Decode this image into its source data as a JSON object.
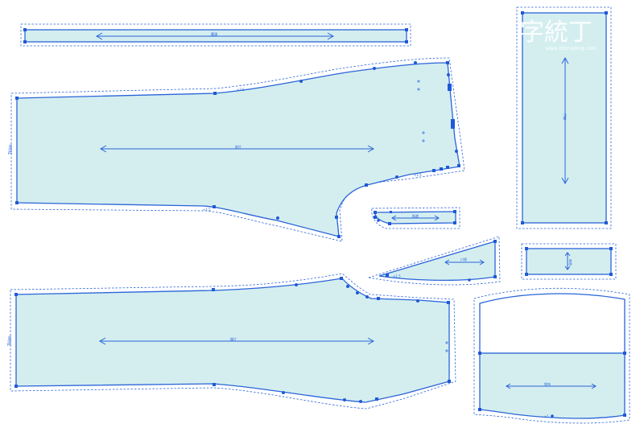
{
  "app": {
    "view": "pattern-layout-canvas"
  },
  "watermark": {
    "logo_text": "字統丁",
    "url_text": "www.zitongding.com"
  },
  "colors": {
    "piece_fill": "#d4eef0",
    "outline": "#2a64d8",
    "node": "#1f5ad6",
    "background": "#ffffff"
  },
  "pieces": [
    {
      "id": "waistband",
      "grain_label": "腰頭",
      "side_label": ""
    },
    {
      "id": "front-leg",
      "grain_label": "前片",
      "side_label": "Trim"
    },
    {
      "id": "back-leg",
      "grain_label": "後片",
      "side_label": "Trim"
    },
    {
      "id": "facing-strip",
      "grain_label": "貼邊",
      "side_label": ""
    },
    {
      "id": "pocket-panel",
      "grain_label": "口袋",
      "side_label": ""
    },
    {
      "id": "fly-piece",
      "grain_label": "門襟",
      "side_label": ""
    },
    {
      "id": "belt-loop-block",
      "grain_label": "串帶",
      "side_label": ""
    },
    {
      "id": "pocket-bag",
      "grain_label": "袋布",
      "side_label": ""
    }
  ]
}
